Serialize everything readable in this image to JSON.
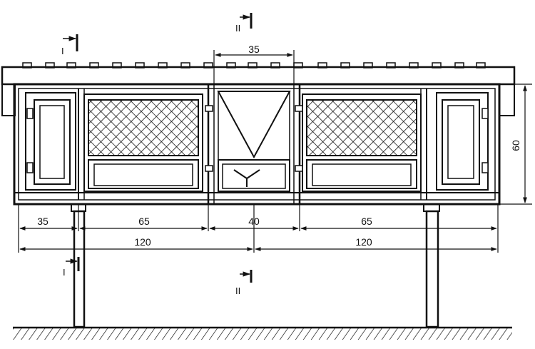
{
  "dimensions": {
    "top_width": "35",
    "height": "60",
    "left_block": "35",
    "left_mesh": "65",
    "center": "40",
    "right_mesh": "65",
    "left_half": "120",
    "right_half": "120"
  },
  "section_marks": {
    "top_center": "II",
    "top_left": "I",
    "bottom_left": "I",
    "bottom_center": "II"
  },
  "colors": {
    "ink": "#111111",
    "background": "#ffffff"
  }
}
